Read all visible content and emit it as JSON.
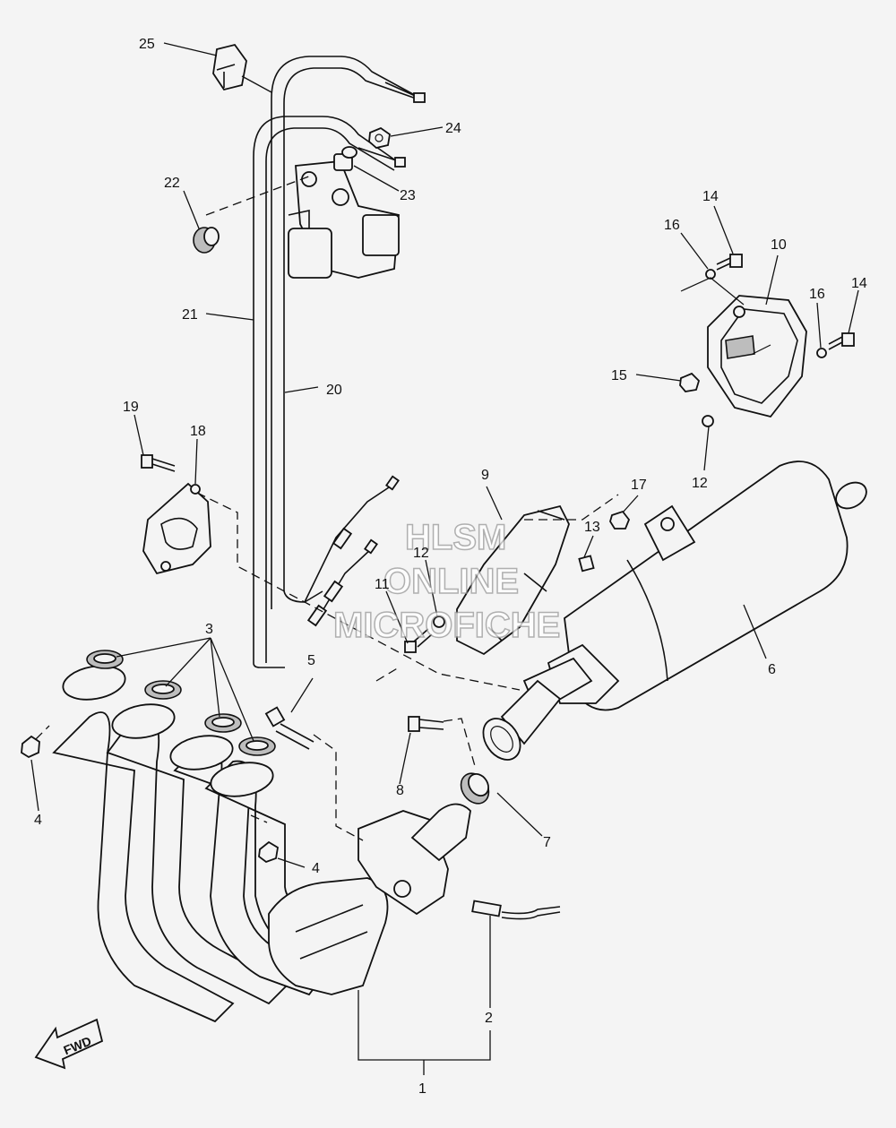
{
  "watermark": {
    "line1": "HLSM",
    "line2": "ONLINE",
    "line3": "MICROFICHE"
  },
  "direction_label": "FWD",
  "callouts": [
    "1",
    "2",
    "3",
    "4",
    "4",
    "5",
    "6",
    "7",
    "8",
    "9",
    "10",
    "11",
    "12",
    "12",
    "13",
    "14",
    "14",
    "15",
    "16",
    "16",
    "17",
    "18",
    "19",
    "20",
    "21",
    "22",
    "23",
    "24",
    "25"
  ]
}
